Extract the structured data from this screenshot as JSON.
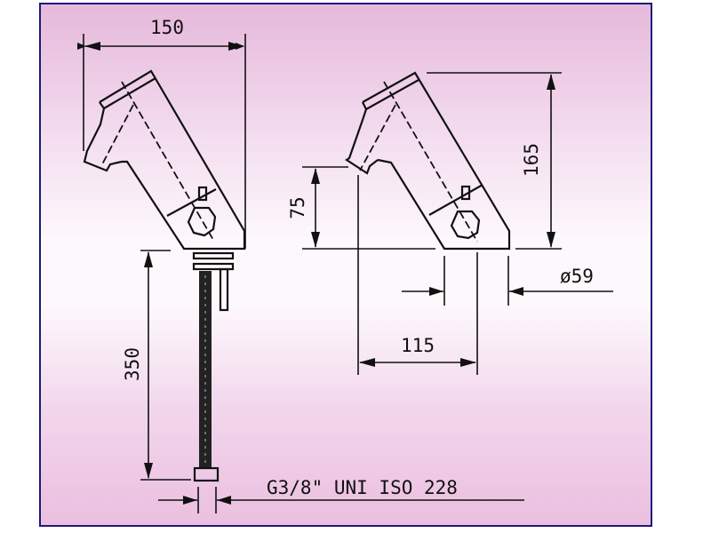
{
  "drawing": {
    "title": "Faucet technical drawing",
    "dimensions": {
      "width_top": "150",
      "height_total": "165",
      "spout_height": "75",
      "pipe_length": "350",
      "spout_reach": "115",
      "base_diameter": "ø59",
      "thread_spec": "G3/8\" UNI ISO 228"
    },
    "colors": {
      "border": "#1c1a78",
      "background_pink": "#e6b9db",
      "line": "#111111"
    }
  }
}
